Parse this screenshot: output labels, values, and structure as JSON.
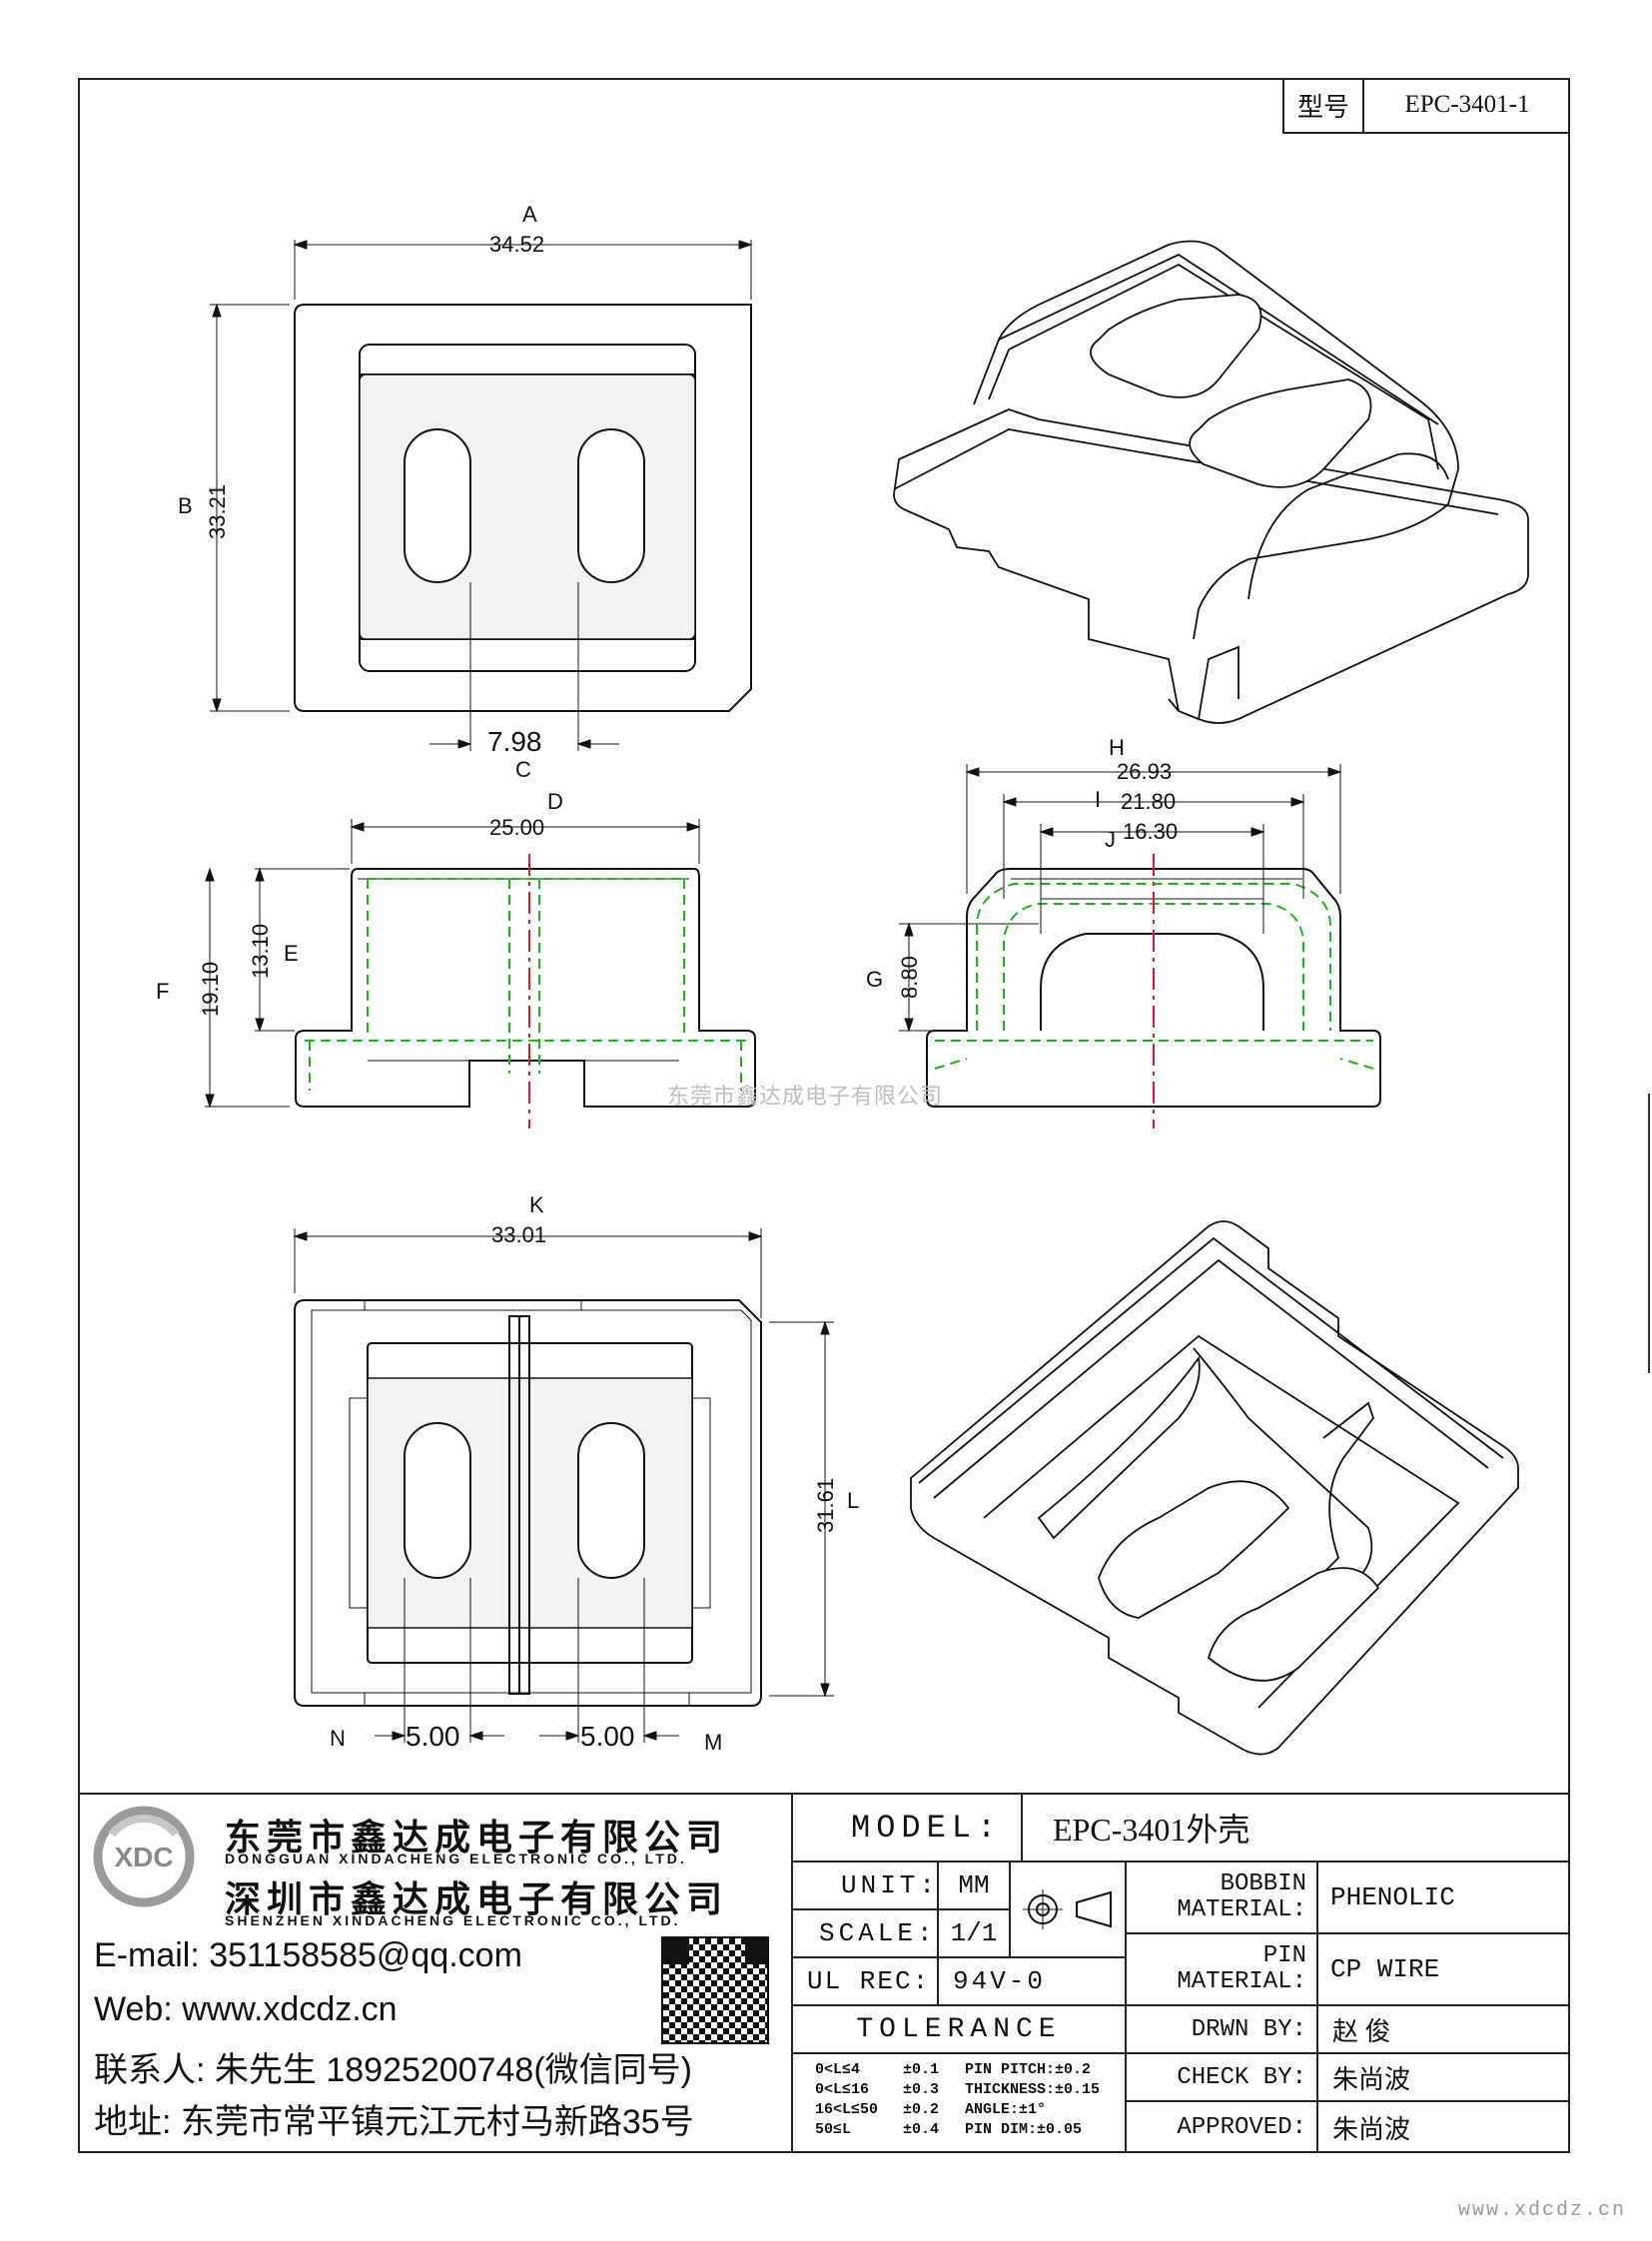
{
  "type_box": {
    "label": "型号",
    "value": "EPC-3401-1"
  },
  "dimensions": {
    "A": {
      "letter": "A",
      "value": "34.52"
    },
    "B": {
      "letter": "B",
      "value": "33.21"
    },
    "C": {
      "letter": "C",
      "value": "7.98"
    },
    "D": {
      "letter": "D",
      "value": "25.00"
    },
    "E": {
      "letter": "E",
      "value": "13.10"
    },
    "F": {
      "letter": "F",
      "value": "19.10"
    },
    "G": {
      "letter": "G",
      "value": "8.80"
    },
    "H": {
      "letter": "H",
      "value": "26.93"
    },
    "I": {
      "letter": "I",
      "value": "21.80"
    },
    "J": {
      "letter": "J",
      "value": "16.30"
    },
    "K": {
      "letter": "K",
      "value": "33.01"
    },
    "L": {
      "letter": "L",
      "value": "31.61"
    },
    "M": {
      "letter": "M",
      "value": "5.00"
    },
    "N": {
      "letter": "N",
      "value": "5.00"
    }
  },
  "watermark": "东莞市鑫达成电子有限公司",
  "company": {
    "name_dg": "东莞市鑫达成电子有限公司",
    "en_dg": "DONGGUAN XINDACHENG ELECTRONIC CO., LTD.",
    "name_sz": "深圳市鑫达成电子有限公司",
    "en_sz": "SHENZHEN XINDACHENG ELECTRONIC CO., LTD.",
    "logo_text": "XDC",
    "email": "E-mail:  351158585@qq.com",
    "web": "Web:  www.xdcdz.cn",
    "contact": "联系人:  朱先生 18925200748(微信同号)",
    "address": "地址:  东莞市常平镇元江元村马新路35号"
  },
  "title_block": {
    "model_label": "MODEL:",
    "model_value": "EPC-3401外壳",
    "unit_label": "UNIT:",
    "unit_value": "MM",
    "scale_label": "SCALE:",
    "scale_value": "1/1",
    "ul_label": "UL REC:",
    "ul_value": "94V-0",
    "tolerance_label": "TOLERANCE",
    "tolerance_rows": [
      {
        "range": "0<L≤4",
        "tol": "±0.1",
        "extra": "PIN PITCH:±0.2"
      },
      {
        "range": "0<L≤16",
        "tol": "±0.3",
        "extra": "THICKNESS:±0.15"
      },
      {
        "range": "16<L≤50",
        "tol": "±0.2",
        "extra": "ANGLE:±1°"
      },
      {
        "range": "50≤L",
        "tol": "±0.4",
        "extra": "PIN DIM:±0.05"
      }
    ],
    "bobbin_label": "BOBBIN MATERIAL:",
    "bobbin_value": "PHENOLIC",
    "pin_label": "PIN MATERIAL:",
    "pin_value": "CP WIRE",
    "drawn_label": "DRWN BY:",
    "drawn_value": "赵  俊",
    "check_label": "CHECK BY:",
    "check_value": "朱尚波",
    "approved_label": "APPROVED:",
    "approved_value": "朱尚波"
  },
  "footer_url": "www.xdcdz.cn"
}
